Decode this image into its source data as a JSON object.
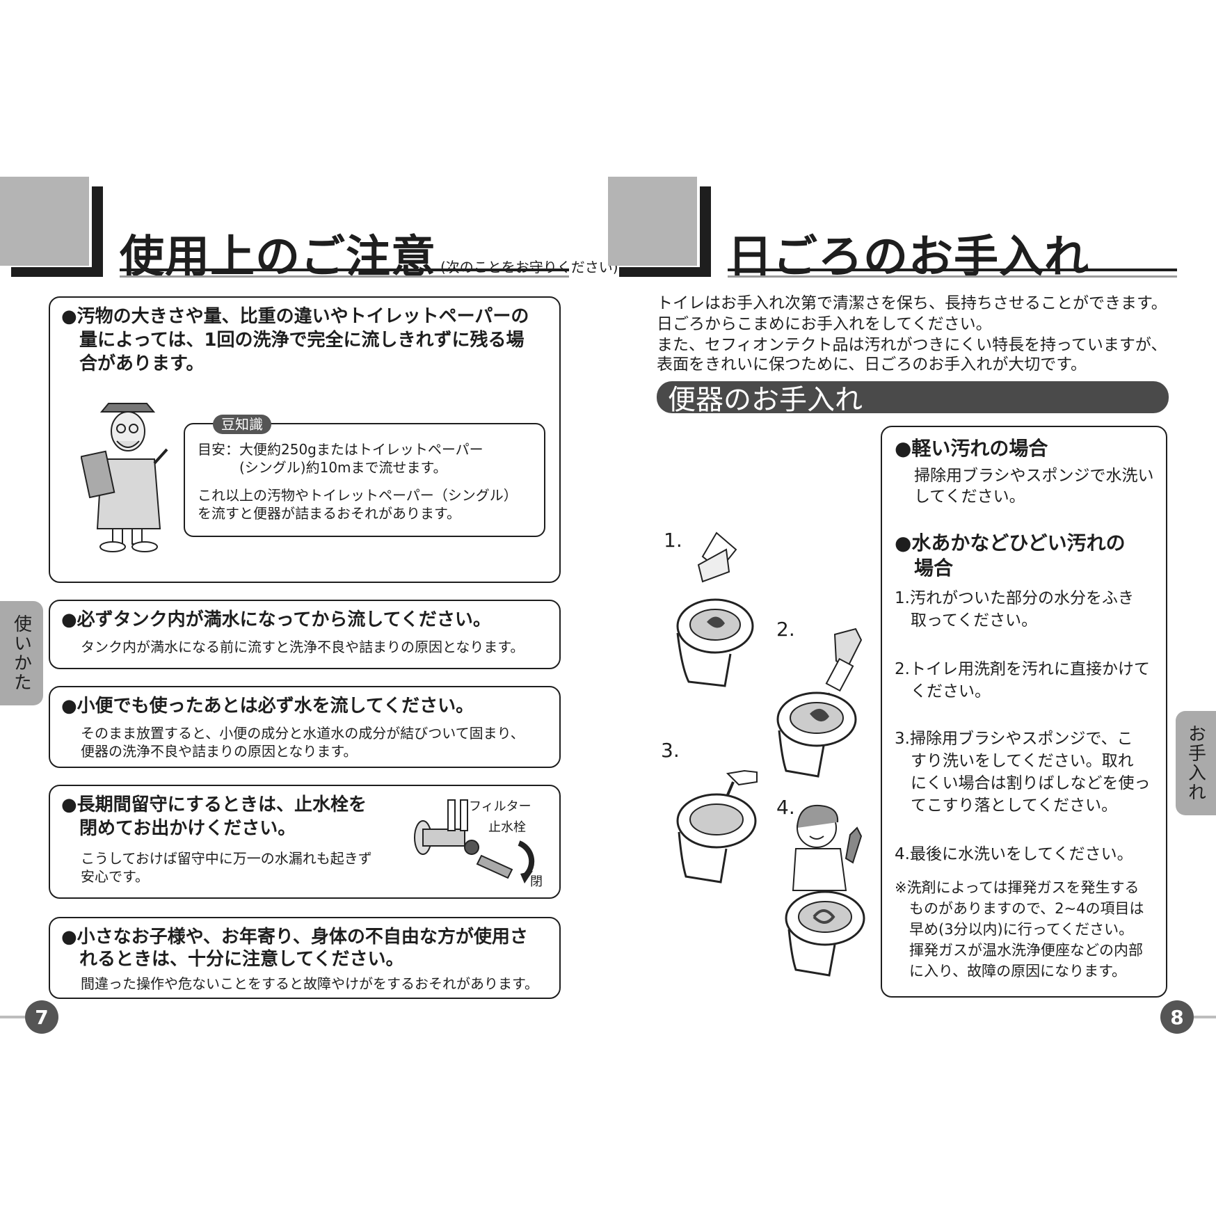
{
  "left": {
    "title": "使用上のご注意",
    "title_note": "(次のことをお守りください)",
    "side_tab": "使いかた",
    "page_number": "7",
    "sections": [
      {
        "heading_lines": [
          "●汚物の大きさや量、比重の違いやトイレットペーパーの",
          "　量によっては、1回の洗浄で完全に流しきれずに残る場",
          "　合があります。"
        ]
      },
      {
        "heading": "●必ずタンク内が満水になってから流してください。",
        "body": "タンク内が満水になる前に流すと洗浄不良や詰まりの原因となります。"
      },
      {
        "heading": "●小便でも使ったあとは必ず水を流してください。",
        "body_lines": [
          "そのまま放置すると、小便の成分と水道水の成分が結びついて固まり、",
          "便器の洗浄不良や詰まりの原因となります。"
        ]
      },
      {
        "heading_lines": [
          "●長期間留守にするときは、止水栓を",
          "　閉めてお出かけください。"
        ],
        "body_lines": [
          "こうしておけば留守中に万一の水漏れも起きず",
          "安心です。"
        ],
        "labels": {
          "filter": "フィルター",
          "valve": "止水栓",
          "close": "閉"
        }
      },
      {
        "heading_lines": [
          "●小さなお子様や、お年寄り、身体の不自由な方が使用さ",
          "　れるときは、十分に注意してください。"
        ],
        "body": "間違った操作や危ないことをすると故障やけがをするおそれがあります。"
      }
    ],
    "tip": {
      "badge": "豆知識",
      "line1": "目安：大便約250gまたはトイレットペーパー",
      "line2": "　　　(シングル)約10mまで流せます。",
      "line3": "これ以上の汚物やトイレットペーパー（シングル）",
      "line4": "を流すと便器が詰まるおそれがあります。"
    }
  },
  "right": {
    "title": "日ごろのお手入れ",
    "side_tab": "お手入れ",
    "page_number": "8",
    "intro_lines": [
      "トイレはお手入れ次第で清潔さを保ち、長持ちさせることができます。",
      "日ごろからこまめにお手入れをしてください。",
      "また、セフィオンテクト品は汚れがつきにくい特長を持っていますが、",
      "表面をきれいに保つために、日ごろのお手入れが大切です。"
    ],
    "section_title": "便器のお手入れ",
    "step_labels": [
      "1.",
      "2.",
      "3.",
      "4."
    ],
    "light": {
      "heading": "●軽い汚れの場合",
      "lines": [
        "掃除用ブラシやスポンジで水洗い",
        "してください。"
      ]
    },
    "heavy": {
      "heading_lines": [
        "●水あかなどひどい汚れの",
        "　場合"
      ],
      "steps": [
        [
          "1.汚れがついた部分の水分をふき",
          "　取ってください。"
        ],
        [
          "2.トイレ用洗剤を汚れに直接かけて",
          "　ください。"
        ],
        [
          "3.掃除用ブラシやスポンジで、こ",
          "　すり洗いをしてください。取れ",
          "　にくい場合は割りばしなどを使っ",
          "　てこすり落としてください。"
        ],
        [
          "4.最後に水洗いをしてください。"
        ]
      ],
      "note": [
        "※洗剤によっては揮発ガスを発生する",
        "　ものがありますので、2~4の項目は",
        "　早め(3分以内)に行ってください。",
        "　揮発ガスが温水洗浄便座などの内部",
        "　に入り、故障の原因になります。"
      ]
    }
  }
}
